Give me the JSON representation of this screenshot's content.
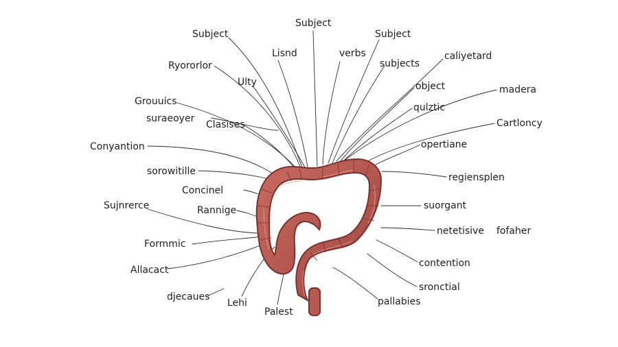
{
  "colors": {
    "tissue": "#b85a52",
    "tissue_dark": "#8f3a35",
    "tissue_light": "#d98a80",
    "ink": "#1e1e1e",
    "line": "#2b2b2b"
  },
  "labels": [
    "Subject",
    "Subject",
    "Subject",
    "Lisnd",
    "verbs",
    "Ryororlor",
    "subjects",
    "caliyetard",
    "Ulty",
    "object",
    "madera",
    "Grouuics",
    "qulztic",
    "suraeoyer",
    "Clasises",
    "Cartloncy",
    "Conyantion",
    "opertiane",
    "sorowitille",
    "regiensplen",
    "Concinel",
    "Sujnrerce",
    "Rannige",
    "suorgant",
    "netetisive",
    "fofaher",
    "Formmic",
    "contention",
    "Allacact",
    "sronctial",
    "djecaues",
    "Lehi",
    "Palest",
    "pallabies"
  ]
}
